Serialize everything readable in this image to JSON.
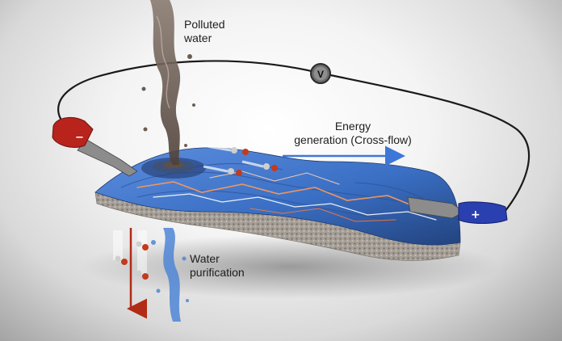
{
  "labels": {
    "polluted_water": [
      "Polluted",
      "water"
    ],
    "energy_generation": [
      "Energy",
      "generation (Cross-flow)"
    ],
    "water_purification": [
      "Water",
      "purification"
    ]
  },
  "voltmeter": {
    "symbol": "V"
  },
  "terminals": {
    "negative": "−",
    "positive": "+"
  },
  "colors": {
    "membrane_blue": "#3a6fc4",
    "membrane_dark": "#23437e",
    "substrate": "#9a948c",
    "wire": "#1a1a1a",
    "clip_negative": "#b8231c",
    "clip_positive": "#2a3fb0",
    "energy_arrow": "#3d78d8",
    "purification_arrow": "#b22b16",
    "polluted_water": "#6b5d52",
    "clean_water": "#4f86d6",
    "spark": "#ff9a55"
  }
}
